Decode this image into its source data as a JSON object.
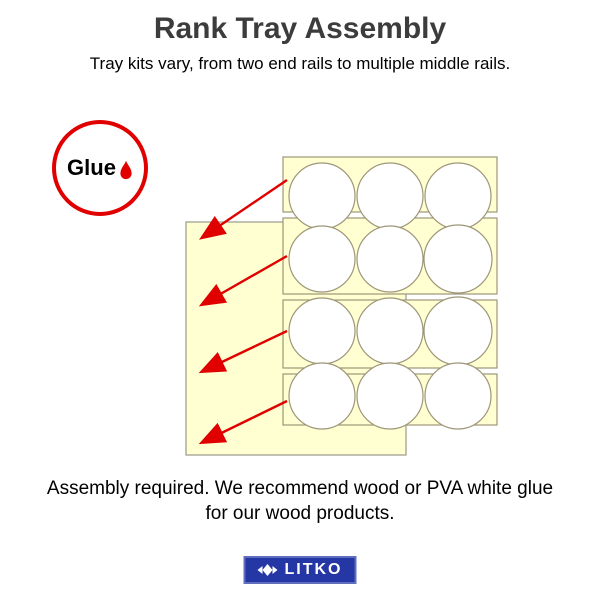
{
  "header": {
    "title": "Rank Tray Assembly",
    "subtitle": "Tray kits vary, from two end rails to multiple middle rails."
  },
  "glue_badge": {
    "label": "Glue"
  },
  "footer": {
    "line1": "Assembly required. We recommend wood or PVA white glue",
    "line2": "for our wood products."
  },
  "logo": {
    "text": "LITKO"
  },
  "colors": {
    "tray_fill": "#FFFFD2",
    "tray_outline": "#9E9678",
    "base_outline": "#9A9A8A",
    "arrow_red": "#E00000",
    "logo_blue": "#2437A5",
    "title_gray": "#3C3C3C"
  },
  "diagram": {
    "rail_count": 4,
    "slot_columns": 3,
    "slot_rows": 4,
    "glue_arrow_count": 4
  }
}
